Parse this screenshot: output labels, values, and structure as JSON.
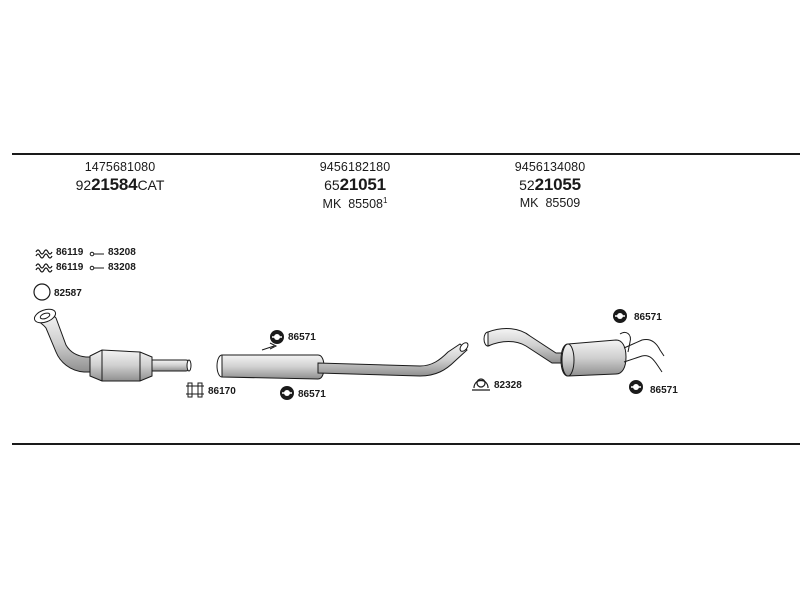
{
  "parts": [
    {
      "oe_number": "1475681080",
      "part_prefix": "92",
      "part_main": "21584",
      "part_suffix": "CAT",
      "kit_label": "",
      "kit_number": "",
      "kit_note": ""
    },
    {
      "oe_number": "9456182180",
      "part_prefix": "65",
      "part_main": "21051",
      "part_suffix": "",
      "kit_label": "MK",
      "kit_number": "85508",
      "kit_note": "1"
    },
    {
      "oe_number": "9456134080",
      "part_prefix": "52",
      "part_main": "21055",
      "part_suffix": "",
      "kit_label": "MK",
      "kit_number": "85509",
      "kit_note": ""
    }
  ],
  "fittings": {
    "spring_1": "86119",
    "bolt_1": "83208",
    "spring_2": "86119",
    "bolt_2": "83208",
    "gasket": "82587",
    "hanger_a": "86571",
    "hanger_b": "86571",
    "clamp_flange": "86170",
    "u_clamp": "82328",
    "hanger_c": "86571",
    "hanger_d": "86571"
  },
  "colors": {
    "line": "#1a1a1a",
    "pipe_fill": "#d8d8d8",
    "shade": "#9a9a9a"
  }
}
